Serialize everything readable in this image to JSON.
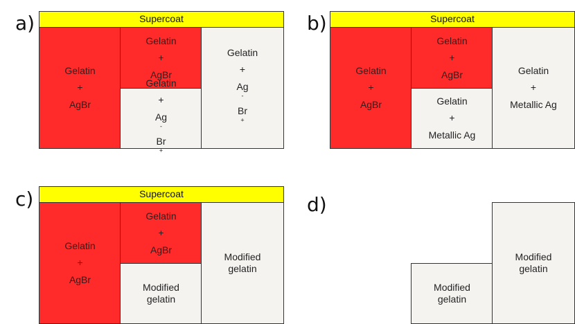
{
  "panels": {
    "a": {
      "label": "a)",
      "supercoat": "Supercoat",
      "left": [
        "Gelatin",
        "+",
        "AgBr"
      ],
      "mid_top": [
        "Gelatin",
        "+",
        "AgBr"
      ],
      "mid_bottom": {
        "line1": "Gelatin",
        "plus": "+",
        "ag": "Ag",
        "sup1": "-",
        "br": "Br",
        "sup2": "+"
      },
      "right": {
        "line1": "Gelatin",
        "plus": "+",
        "ag": "Ag",
        "sup1": "-",
        "br": "Br",
        "sup2": "+"
      }
    },
    "b": {
      "label": "b)",
      "supercoat": "Supercoat",
      "left": [
        "Gelatin",
        "+",
        "AgBr"
      ],
      "mid_top": [
        "Gelatin",
        "+",
        "AgBr"
      ],
      "mid_bottom": [
        "Gelatin",
        "+",
        "Metallic Ag"
      ],
      "right": [
        "Gelatin",
        "+",
        "Metallic Ag"
      ]
    },
    "c": {
      "label": "c)",
      "supercoat": "Supercoat",
      "left": [
        "Gelatin",
        "+",
        "AgBr"
      ],
      "mid_top": [
        "Gelatin",
        "+",
        "AgBr"
      ],
      "mid_bottom": [
        "Modified",
        "gelatin"
      ],
      "right": [
        "Modified",
        "gelatin"
      ]
    },
    "d": {
      "label": "d)",
      "low": [
        "Modified",
        "gelatin"
      ],
      "tall": [
        "Modified",
        "gelatin"
      ]
    }
  },
  "colors": {
    "supercoat": "#ffff00",
    "emulsion": "#ff2a2a",
    "gelatin": "#f5f3f0"
  }
}
